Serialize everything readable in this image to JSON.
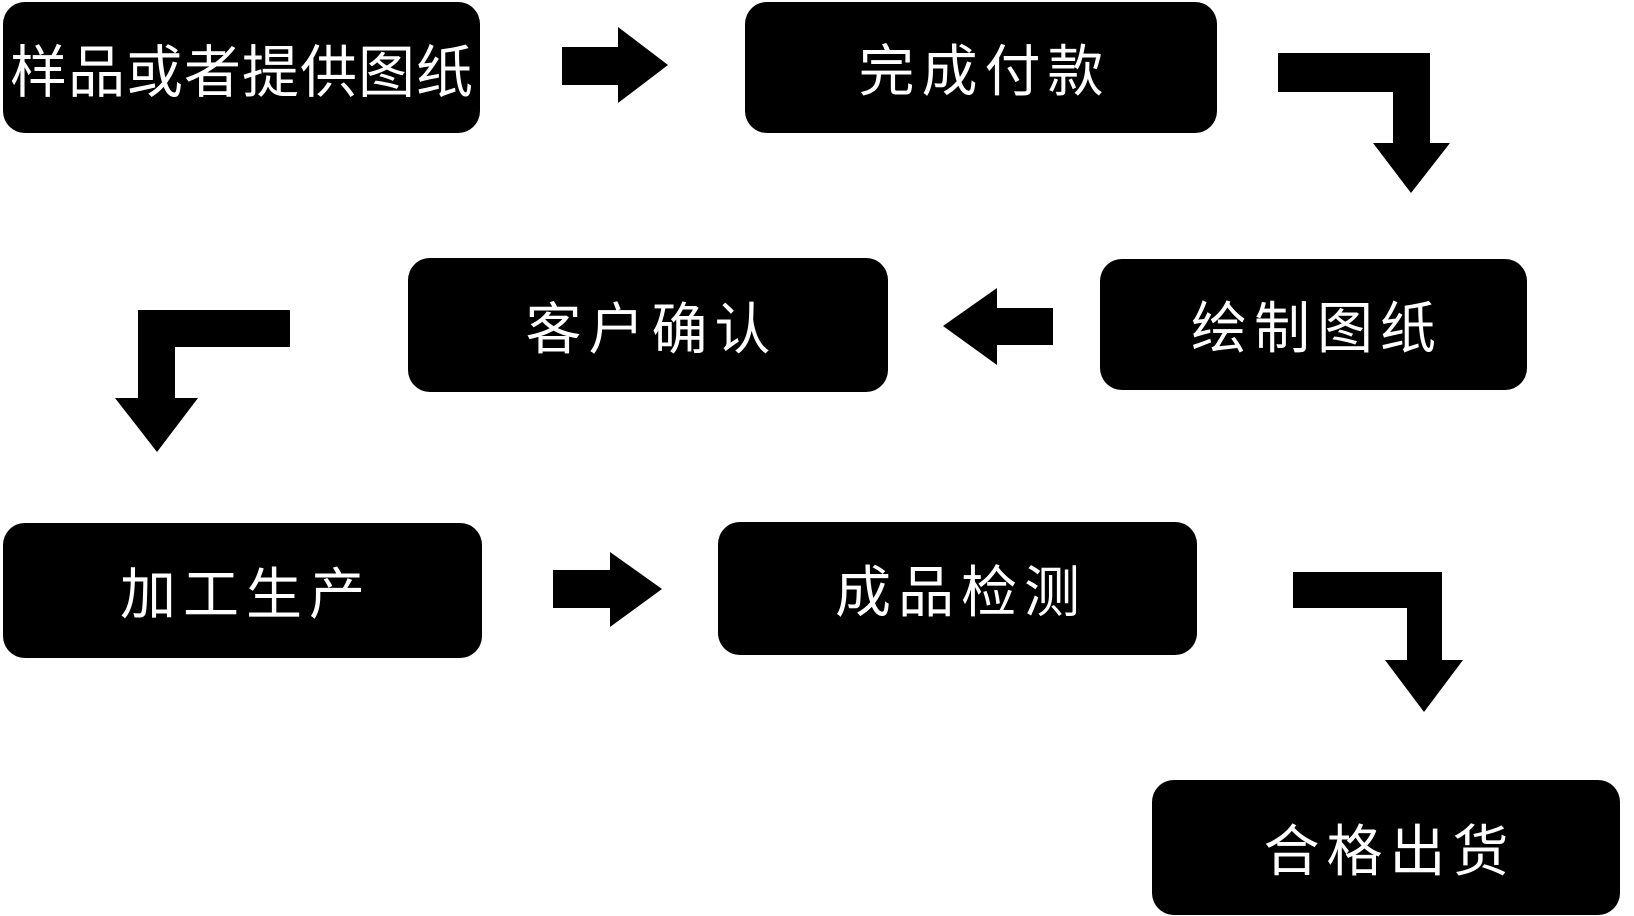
{
  "diagram": {
    "title": "production-process-flowchart",
    "background_color": "#ffffff",
    "node_color": "#000000",
    "text_color": "#ffffff",
    "nodes": [
      {
        "id": "sample-or-drawings",
        "label": "样品或者提供图纸"
      },
      {
        "id": "complete-payment",
        "label": "完成付款"
      },
      {
        "id": "draw-drawings",
        "label": "绘制图纸"
      },
      {
        "id": "customer-confirm",
        "label": "客户确认"
      },
      {
        "id": "processing-production",
        "label": "加工生产"
      },
      {
        "id": "product-inspection",
        "label": "成品检测"
      },
      {
        "id": "qualified-shipment",
        "label": "合格出货"
      }
    ],
    "connections": [
      {
        "from": "样品或者提供图纸",
        "to": "完成付款",
        "direction": "right"
      },
      {
        "from": "完成付款",
        "to": "绘制图纸",
        "direction": "down-right-turn"
      },
      {
        "from": "绘制图纸",
        "to": "客户确认",
        "direction": "left"
      },
      {
        "from": "客户确认",
        "to": "加工生产",
        "direction": "down-left-turn"
      },
      {
        "from": "加工生产",
        "to": "成品检测",
        "direction": "right"
      },
      {
        "from": "成品检测",
        "to": "合格出货",
        "direction": "down-right-turn"
      }
    ]
  }
}
